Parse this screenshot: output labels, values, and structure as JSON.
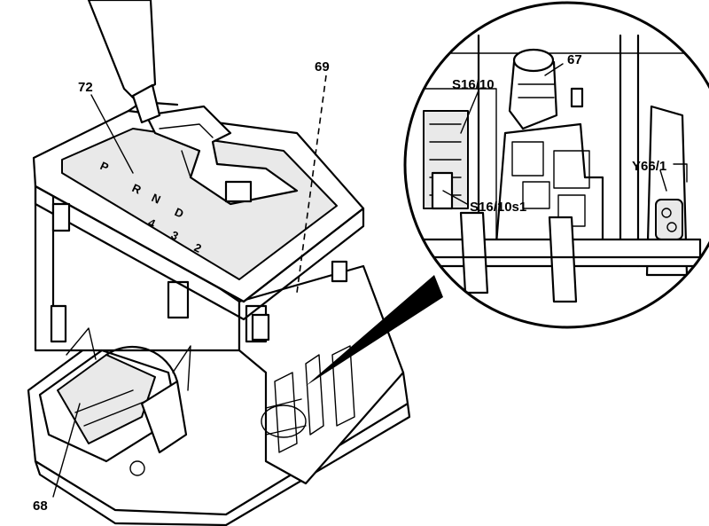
{
  "labels": {
    "shift_knob": "72",
    "cover": "69",
    "lamp": "67",
    "selector_switch": "S16/10",
    "switch_contact": "S16/10s1",
    "solenoid": "Y66/1",
    "base": "68"
  },
  "gate_positions": [
    "P",
    "R",
    "N",
    "D",
    "4",
    "3",
    "2"
  ]
}
